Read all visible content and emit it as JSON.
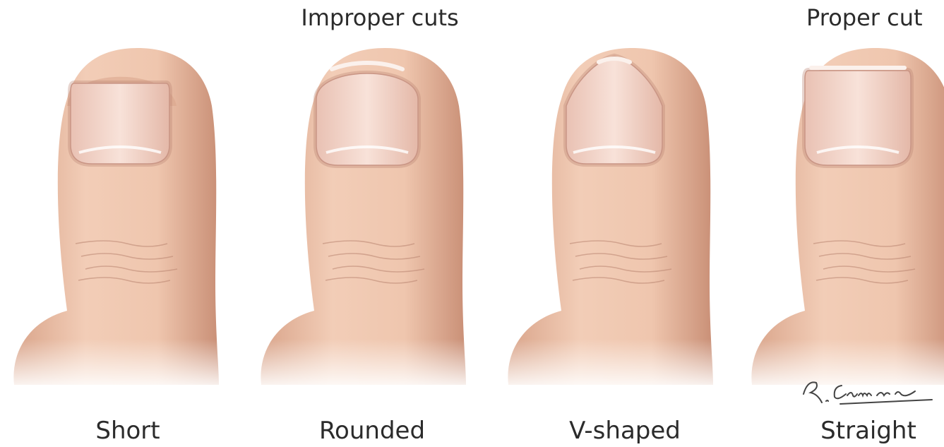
{
  "headings": {
    "improper": "Improper cuts",
    "proper": "Proper cut"
  },
  "panels": [
    {
      "label": "Short",
      "cut": "short"
    },
    {
      "label": "Rounded",
      "cut": "rounded"
    },
    {
      "label": "V-shaped",
      "cut": "v"
    },
    {
      "label": "Straight",
      "cut": "straight"
    }
  ],
  "signature": "R. Cannon",
  "colors": {
    "skin": "#f0c9b2",
    "skin_shadow": "#d9a48a",
    "nail": "#f6dbd1",
    "nail_edge": "#fbf1ec",
    "cuticle": "#b98572"
  }
}
